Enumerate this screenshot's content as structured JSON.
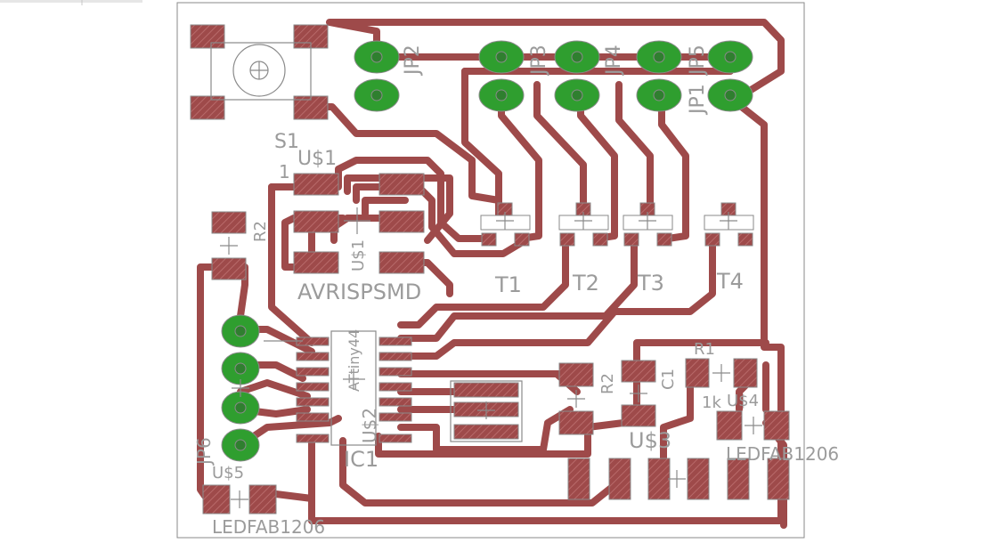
{
  "colors": {
    "trace": "#9e4a4a",
    "pad": "#9e4a4a",
    "pad_hatch": "#b86060",
    "drill": "#2f9e2f",
    "label": "#9b9b9b",
    "outline": "#8a8a8a",
    "background": "#ffffff"
  },
  "labels": {
    "jp2": "JP2",
    "jp3": "JP3",
    "jp4": "JP4",
    "jp5": "JP5",
    "jp1": "JP1",
    "s1": "S1",
    "us1": "U$1",
    "pin1": "1",
    "r2": "R2",
    "avrisp": "AVRISPSMD",
    "t1": "T1",
    "t2": "T2",
    "t3": "T3",
    "t4": "T4",
    "r1": "R1",
    "r1_value": "1k",
    "c1": "C1",
    "r2b": "R2",
    "us3": "U$3",
    "us4": "U$4",
    "ledfab_right": "LEDFAB1206",
    "jp6": "JP6",
    "us5": "U$5",
    "ledfab_left": "LEDFAB1206",
    "ic1": "IC1",
    "us2": "U$2",
    "ic_chip": "ATtiny44"
  }
}
